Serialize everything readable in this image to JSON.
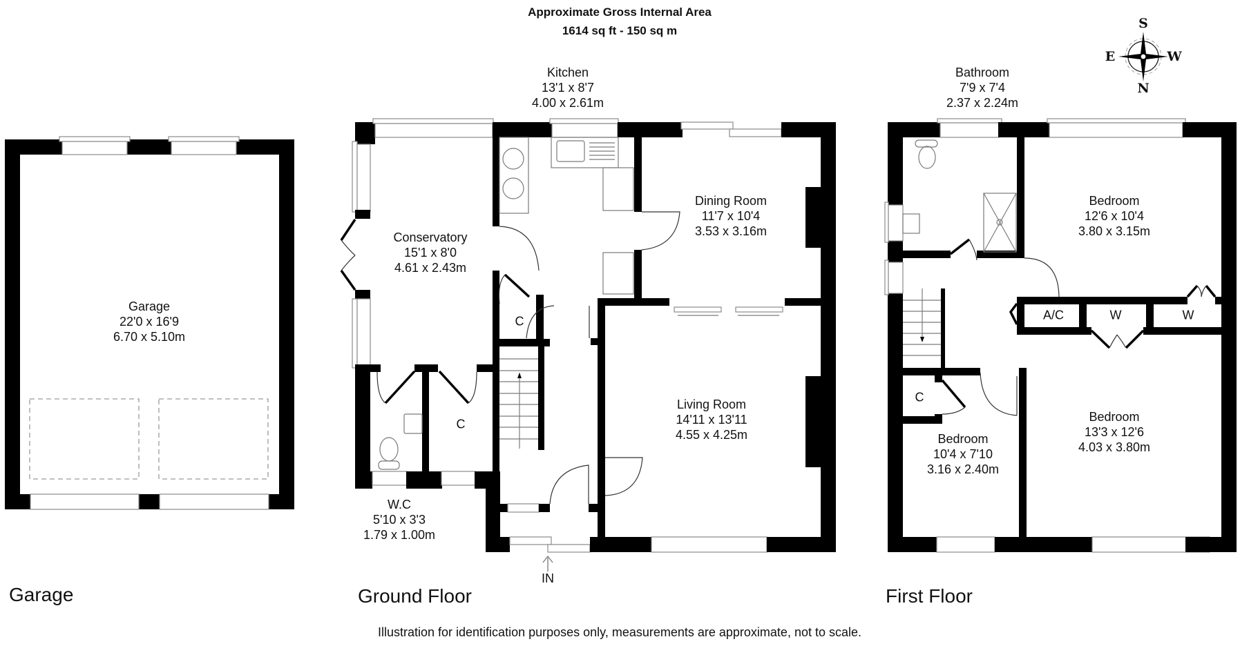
{
  "header": {
    "title": "Approximate Gross Internal Area",
    "area": "1614 sq ft - 150 sq m"
  },
  "compass": {
    "top": "S",
    "bottom": "N",
    "left": "E",
    "right": "W"
  },
  "floors": {
    "garage": {
      "title": "Garage",
      "rooms": [
        {
          "name": "Garage",
          "imperial": "22'0 x 16'9",
          "metric": "6.70 x 5.10m"
        }
      ]
    },
    "ground": {
      "title": "Ground Floor",
      "rooms": [
        {
          "name": "Kitchen",
          "imperial": "13'1 x 8'7",
          "metric": "4.00 x 2.61m"
        },
        {
          "name": "Conservatory",
          "imperial": "15'1 x 8'0",
          "metric": "4.61 x 2.43m"
        },
        {
          "name": "Dining Room",
          "imperial": "11'7 x 10'4",
          "metric": "3.53 x 3.16m"
        },
        {
          "name": "Living Room",
          "imperial": "14'11 x 13'11",
          "metric": "4.55 x 4.25m"
        },
        {
          "name": "W.C",
          "imperial": "5'10 x 3'3",
          "metric": "1.79 x 1.00m"
        }
      ],
      "cupboards": [
        "C",
        "C"
      ],
      "entrance": "IN"
    },
    "first": {
      "title": "First Floor",
      "rooms": [
        {
          "name": "Bathroom",
          "imperial": "7'9 x 7'4",
          "metric": "2.37 x 2.24m"
        },
        {
          "name": "Bedroom",
          "imperial": "12'6 x 10'4",
          "metric": "3.80 x 3.15m"
        },
        {
          "name": "Bedroom",
          "imperial": "13'3 x 12'6",
          "metric": "4.03 x 3.80m"
        },
        {
          "name": "Bedroom",
          "imperial": "10'4 x 7'10",
          "metric": "3.16 x 2.40m"
        }
      ],
      "cupboards": [
        "A/C",
        "W",
        "W",
        "C"
      ]
    }
  },
  "footer": {
    "disclaimer": "Illustration for identification purposes only, measurements are approximate, not to scale."
  },
  "colors": {
    "wall": "#000000",
    "fixture_line": "#8a8a8a",
    "background": "#ffffff"
  }
}
